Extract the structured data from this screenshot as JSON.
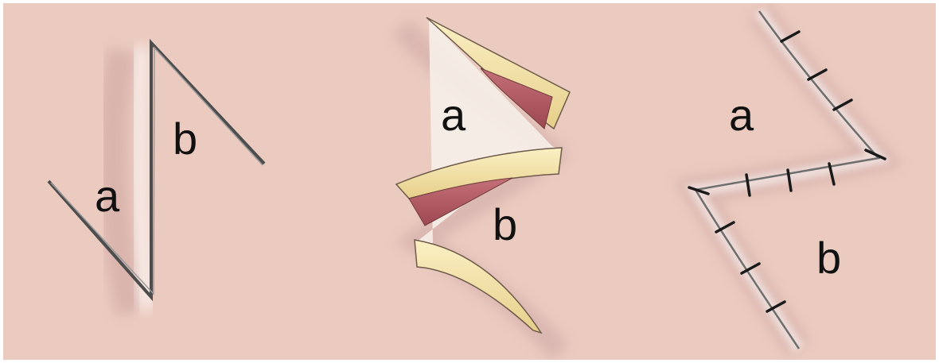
{
  "labels": {
    "panel1": {
      "a": "a",
      "b": "b"
    },
    "panel2": {
      "a": "a",
      "b": "b"
    },
    "panel3": {
      "a": "a",
      "b": "b"
    }
  },
  "colors": {
    "background": "#ebcbc0",
    "incision": "#555555",
    "fat": "#f2e2a8",
    "muscle": "#b8606a",
    "suture": "#1a1a1a"
  }
}
